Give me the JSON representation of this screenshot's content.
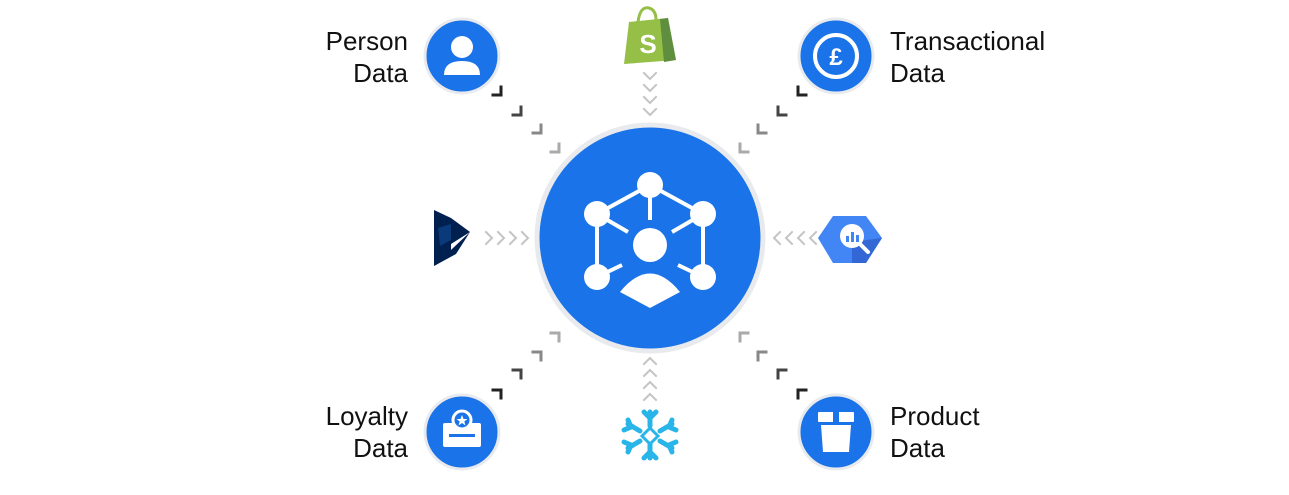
{
  "colors": {
    "primary_blue": "#1a73e8",
    "dark_blue": "#0b57d0",
    "shopify_green": "#95bf47",
    "dynamics_navy": "#002050",
    "bigquery_blue": "#4285f4",
    "snowflake_cyan": "#29b5e8",
    "arrow_light": "#c8c8c8",
    "arrow_dark": "#222222"
  },
  "hub": {
    "icon": "customer-data-graph-icon"
  },
  "nodes": [
    {
      "id": "person",
      "label_line1": "Person",
      "label_line2": "Data",
      "icon": "person-icon"
    },
    {
      "id": "transactional",
      "label_line1": "Transactional",
      "label_line2": "Data",
      "icon": "pound-coin-icon"
    },
    {
      "id": "loyalty",
      "label_line1": "Loyalty",
      "label_line2": "Data",
      "icon": "loyalty-card-icon"
    },
    {
      "id": "product",
      "label_line1": "Product",
      "label_line2": "Data",
      "icon": "product-box-icon"
    }
  ],
  "logos": [
    {
      "id": "shopify",
      "icon": "shopify-bag-icon",
      "glyph": "S"
    },
    {
      "id": "dynamics",
      "icon": "dynamics-logo-icon"
    },
    {
      "id": "bigquery",
      "icon": "bigquery-logo-icon"
    },
    {
      "id": "snowflake",
      "icon": "snowflake-logo-icon"
    }
  ]
}
